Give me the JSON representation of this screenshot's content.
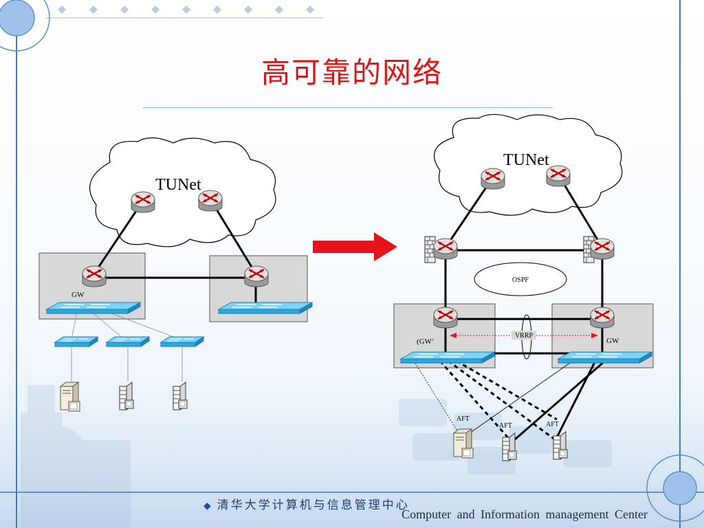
{
  "slide": {
    "title": "高可靠的网络",
    "footer_cn": "清华大学计算机与信息管理中心",
    "footer_en": "Computer and Information management Center"
  },
  "left_diagram": {
    "cloud_label": "TUNet",
    "gateway_label": "GW",
    "access_switch_count": 3
  },
  "right_diagram": {
    "cloud_label": "TUNet",
    "protocol_label": "OSPF",
    "redundancy_label": "VRRP",
    "backup_gateway_label": "(GW’",
    "gateway_label": "GW",
    "host_labels": [
      "AFT",
      "AFT",
      "AFT"
    ]
  },
  "colors": {
    "title": "#e21212",
    "arrow": "#e8131a",
    "router": "#c00000",
    "switch": "#2aa8e0",
    "footer": "#1d3e72"
  }
}
